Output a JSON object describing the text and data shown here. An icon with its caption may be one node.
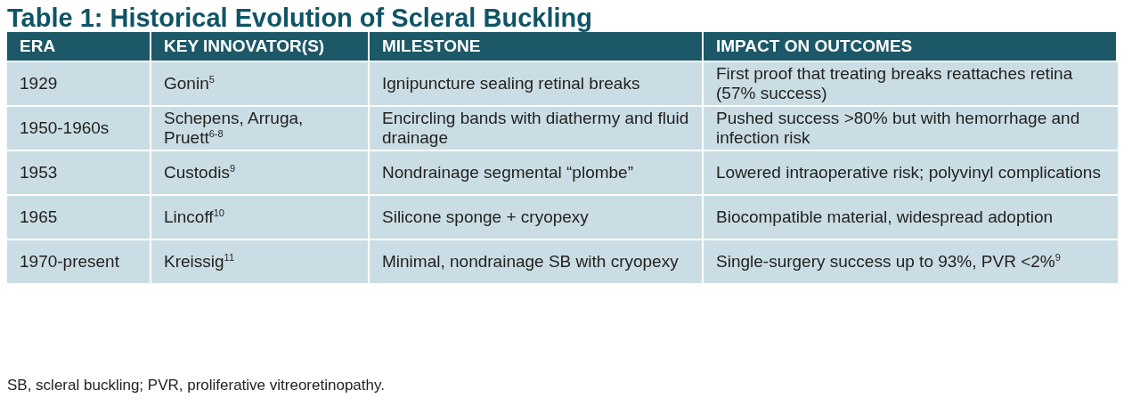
{
  "diagram": {
    "title": "Table 1: Historical Evolution of Scleral Buckling",
    "labels": [
      "ERA",
      "KEY INNOVATOR(S)",
      "MILESTONE",
      "IMPACT ON OUTCOMES",
      "1929",
      "Gonin$^{5}$",
      "Ignipuncture sealing retinal breaks",
      "First proof that treating breaks reattaches retina (57% success)",
      "1950-1960s",
      "Schepens, Arruga, Pruett$^{6-8}$",
      "Encircling bands with diathermy and fluid drainage",
      "Pushed success >80% but with hemorrhage and infection risk",
      "1953",
      "Custodis$^{9}$",
      "Nondrainage segmental “plombe”",
      "Lowered intraoperative risk; polyvinyl complications",
      "1965",
      "Lincoff$^{10}$",
      "Silicone sponge + cryopexy",
      "Biocompatible material, widespread adoption",
      "1970-present",
      "Kreissig$^{11}$",
      "Minimal, nondrainage SB with cryopexy",
      "Single-surgery success up to 93%, PVR <2%$^{9}$"
    ],
    "caption": "SB, scleral buckling; PVR, proliferative vitreoretinopathy."
  }
}
